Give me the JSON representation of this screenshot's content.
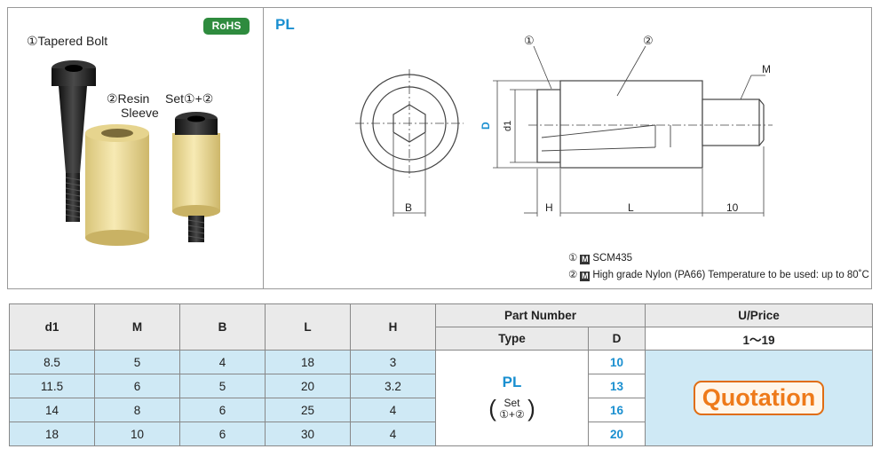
{
  "product": {
    "badge": "RoHS",
    "label_bolt": "①Tapered Bolt",
    "label_sleeve_1": "②Resin",
    "label_sleeve_2": "Sleeve",
    "label_set": "Set①+②"
  },
  "drawing": {
    "series": "PL",
    "callout_1": "①",
    "callout_2": "②",
    "label_M": "M",
    "label_D": "D",
    "label_d1": "d1",
    "label_B": "B",
    "label_H": "H",
    "label_L": "L",
    "label_10": "10",
    "material_1_num": "①",
    "material_1_box": "M",
    "material_1_text": "SCM435",
    "material_2_num": "②",
    "material_2_box": "M",
    "material_2_text": "High grade Nylon (PA66) Temperature to be used: up to 80˚C"
  },
  "table": {
    "headers": {
      "d1": "d1",
      "M": "M",
      "B": "B",
      "L": "L",
      "H": "H",
      "part_number": "Part Number",
      "type": "Type",
      "D": "D",
      "uprice": "U/Price",
      "qty": "1〜19"
    },
    "rows": [
      {
        "d1": "8.5",
        "M": "5",
        "B": "4",
        "L": "18",
        "H": "3",
        "D": "10"
      },
      {
        "d1": "11.5",
        "M": "6",
        "B": "5",
        "L": "20",
        "H": "3.2",
        "D": "13"
      },
      {
        "d1": "14",
        "M": "8",
        "B": "6",
        "L": "25",
        "H": "4",
        "D": "16"
      },
      {
        "d1": "18",
        "M": "10",
        "B": "6",
        "L": "30",
        "H": "4",
        "D": "20"
      }
    ],
    "type_name": "PL",
    "type_set_1": "Set",
    "type_set_2": "①+②",
    "quotation": "Quotation"
  },
  "colors": {
    "accent_blue": "#1a8fd0",
    "row_blue": "#cfe9f5",
    "quotation_orange": "#ee7a1a",
    "rohs_green": "#2e8b3e"
  }
}
